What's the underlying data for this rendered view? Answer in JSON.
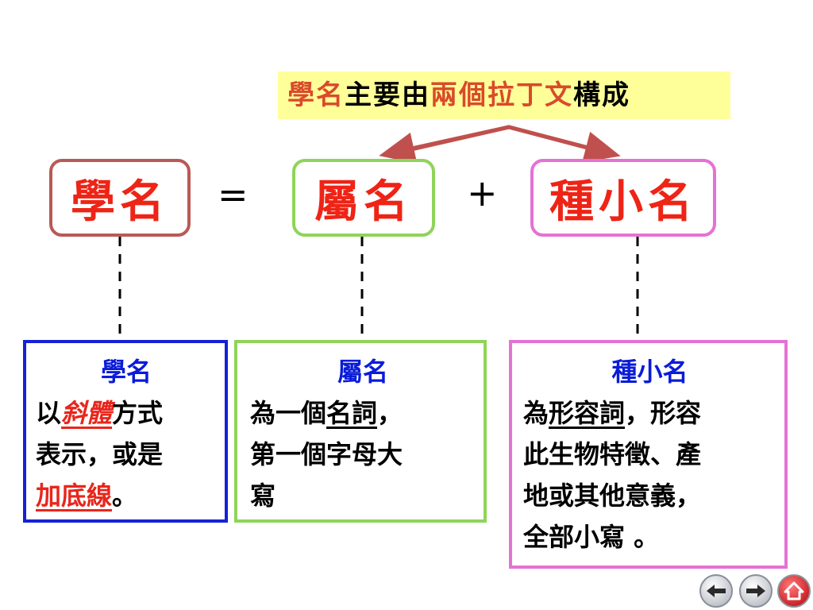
{
  "top_note": {
    "part1": "學名",
    "part2": "主要由",
    "part3": "兩個拉丁文",
    "part4": "構成"
  },
  "terms": {
    "scientific_name": "學名",
    "genus": "屬名",
    "species": "種小名",
    "equals": "=",
    "plus": "+"
  },
  "desc_scientific": {
    "title": "學名",
    "t1": "以",
    "t2": "斜體",
    "t3": "方式",
    "line2": "表示，或是",
    "t4": "加底線",
    "t5": "。"
  },
  "desc_genus": {
    "title": "屬名",
    "t1": "為一個",
    "t2": "名詞",
    "t3": "，",
    "line2": "第一個字母大",
    "line3": "寫"
  },
  "desc_species": {
    "title": "種小名",
    "t1": "為",
    "t2": "形容詞",
    "t3": "，形容",
    "line2": "此生物特徵、產",
    "line3": "地或其他意義，",
    "line4": "全部小寫 。"
  },
  "colors": {
    "accent_red": "#e8261c",
    "title_blue": "#0a1cd8",
    "note_bg": "#ffff99",
    "arrow": "#c0504d"
  },
  "icons": [
    "back-arrow-icon",
    "forward-arrow-icon",
    "home-icon"
  ]
}
